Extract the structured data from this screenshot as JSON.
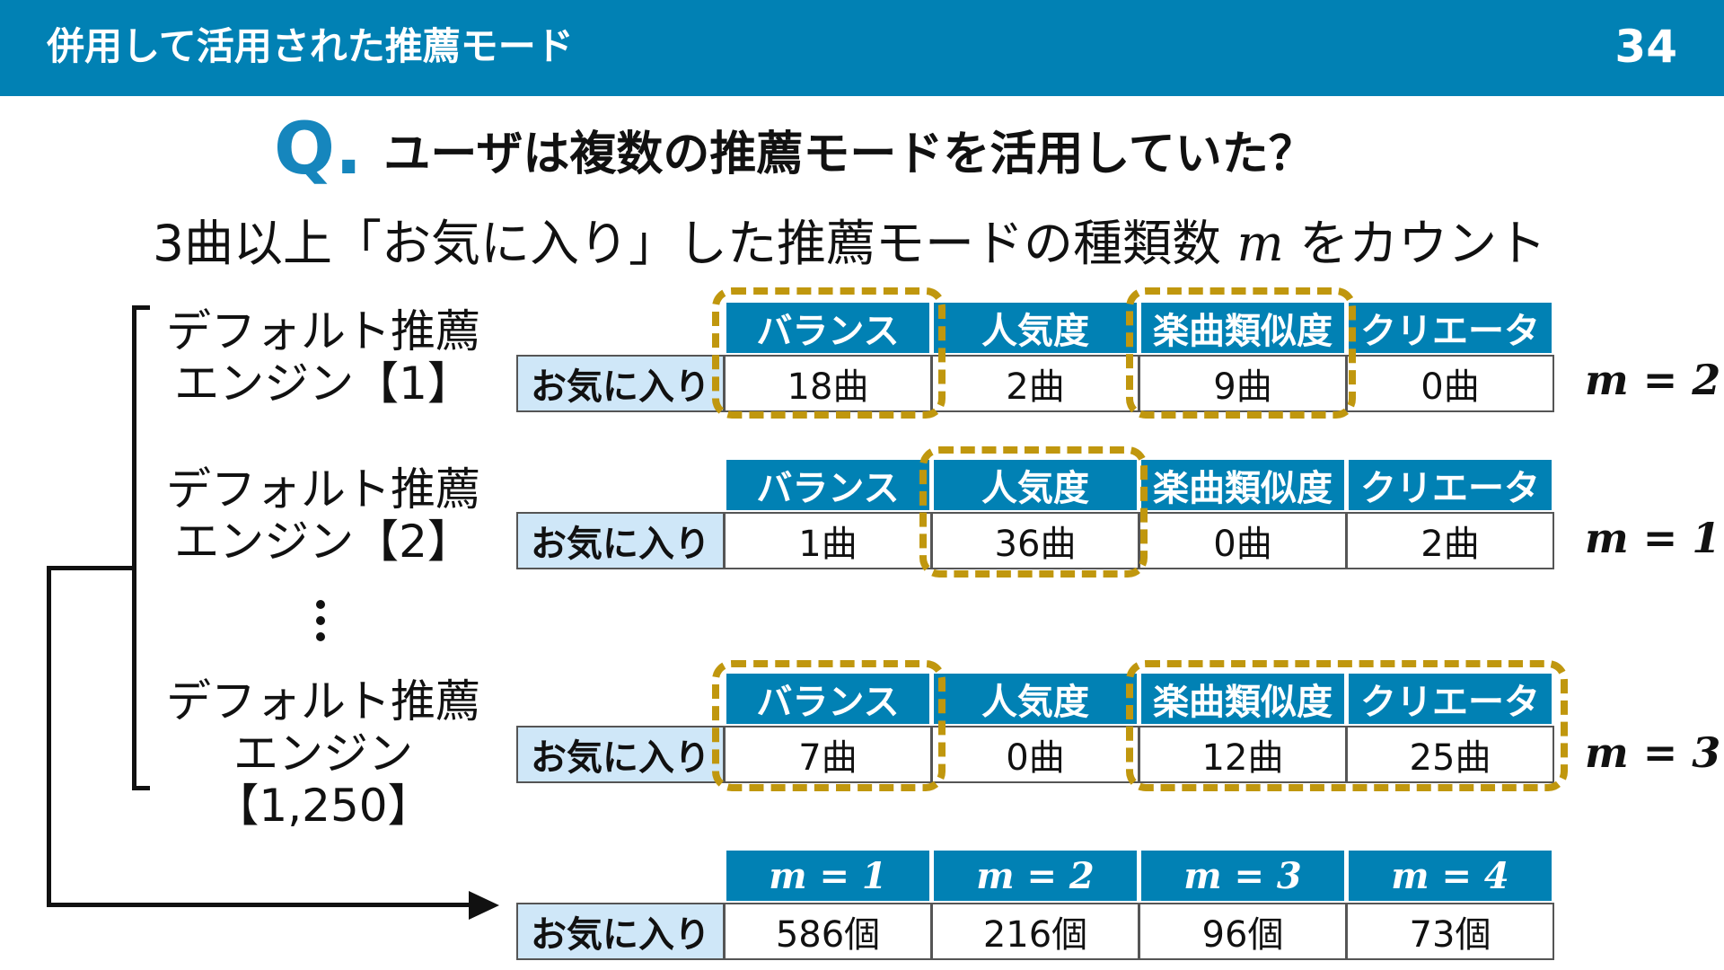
{
  "header": {
    "title": "併用して活用された推薦モード",
    "page_number": "34"
  },
  "question": {
    "mark": "Q.",
    "text": "ユーザは複数の推薦モードを活用していた？"
  },
  "subtitle": {
    "before": "3曲以上「お気に入り」した推薦モードの種類数",
    "var": "m",
    "after": "をカウント"
  },
  "engines": [
    {
      "line1": "デフォルト推薦",
      "line2": "エンジン【1】",
      "headers": [
        "バランス",
        "人気度",
        "楽曲類似度",
        "クリエータ"
      ],
      "row_label": "お気に入り",
      "values": [
        "18曲",
        "2曲",
        "9曲",
        "0曲"
      ],
      "highlighted": [
        true,
        false,
        true,
        false
      ],
      "m_label": "m = 2"
    },
    {
      "line1": "デフォルト推薦",
      "line2": "エンジン【2】",
      "headers": [
        "バランス",
        "人気度",
        "楽曲類似度",
        "クリエータ"
      ],
      "row_label": "お気に入り",
      "values": [
        "1曲",
        "36曲",
        "0曲",
        "2曲"
      ],
      "highlighted": [
        false,
        true,
        false,
        false
      ],
      "m_label": "m = 1"
    },
    {
      "line1": "デフォルト推薦",
      "line2": "エンジン【1,250】",
      "headers": [
        "バランス",
        "人気度",
        "楽曲類似度",
        "クリエータ"
      ],
      "row_label": "お気に入り",
      "values": [
        "7曲",
        "0曲",
        "12曲",
        "25曲"
      ],
      "highlighted": [
        true,
        false,
        true,
        true
      ],
      "m_label": "m = 3"
    }
  ],
  "summary": {
    "headers": [
      "m = 1",
      "m = 2",
      "m = 3",
      "m = 4"
    ],
    "row_label": "お気に入り",
    "values": [
      "586個",
      "216個",
      "96個",
      "73個"
    ]
  },
  "colors": {
    "header_bar": "#0181b4",
    "table_header": "#0181b4",
    "row_label_bg": "#cfe7f8",
    "highlight_dash": "#c0970e",
    "q_mark": "#1686bd"
  }
}
